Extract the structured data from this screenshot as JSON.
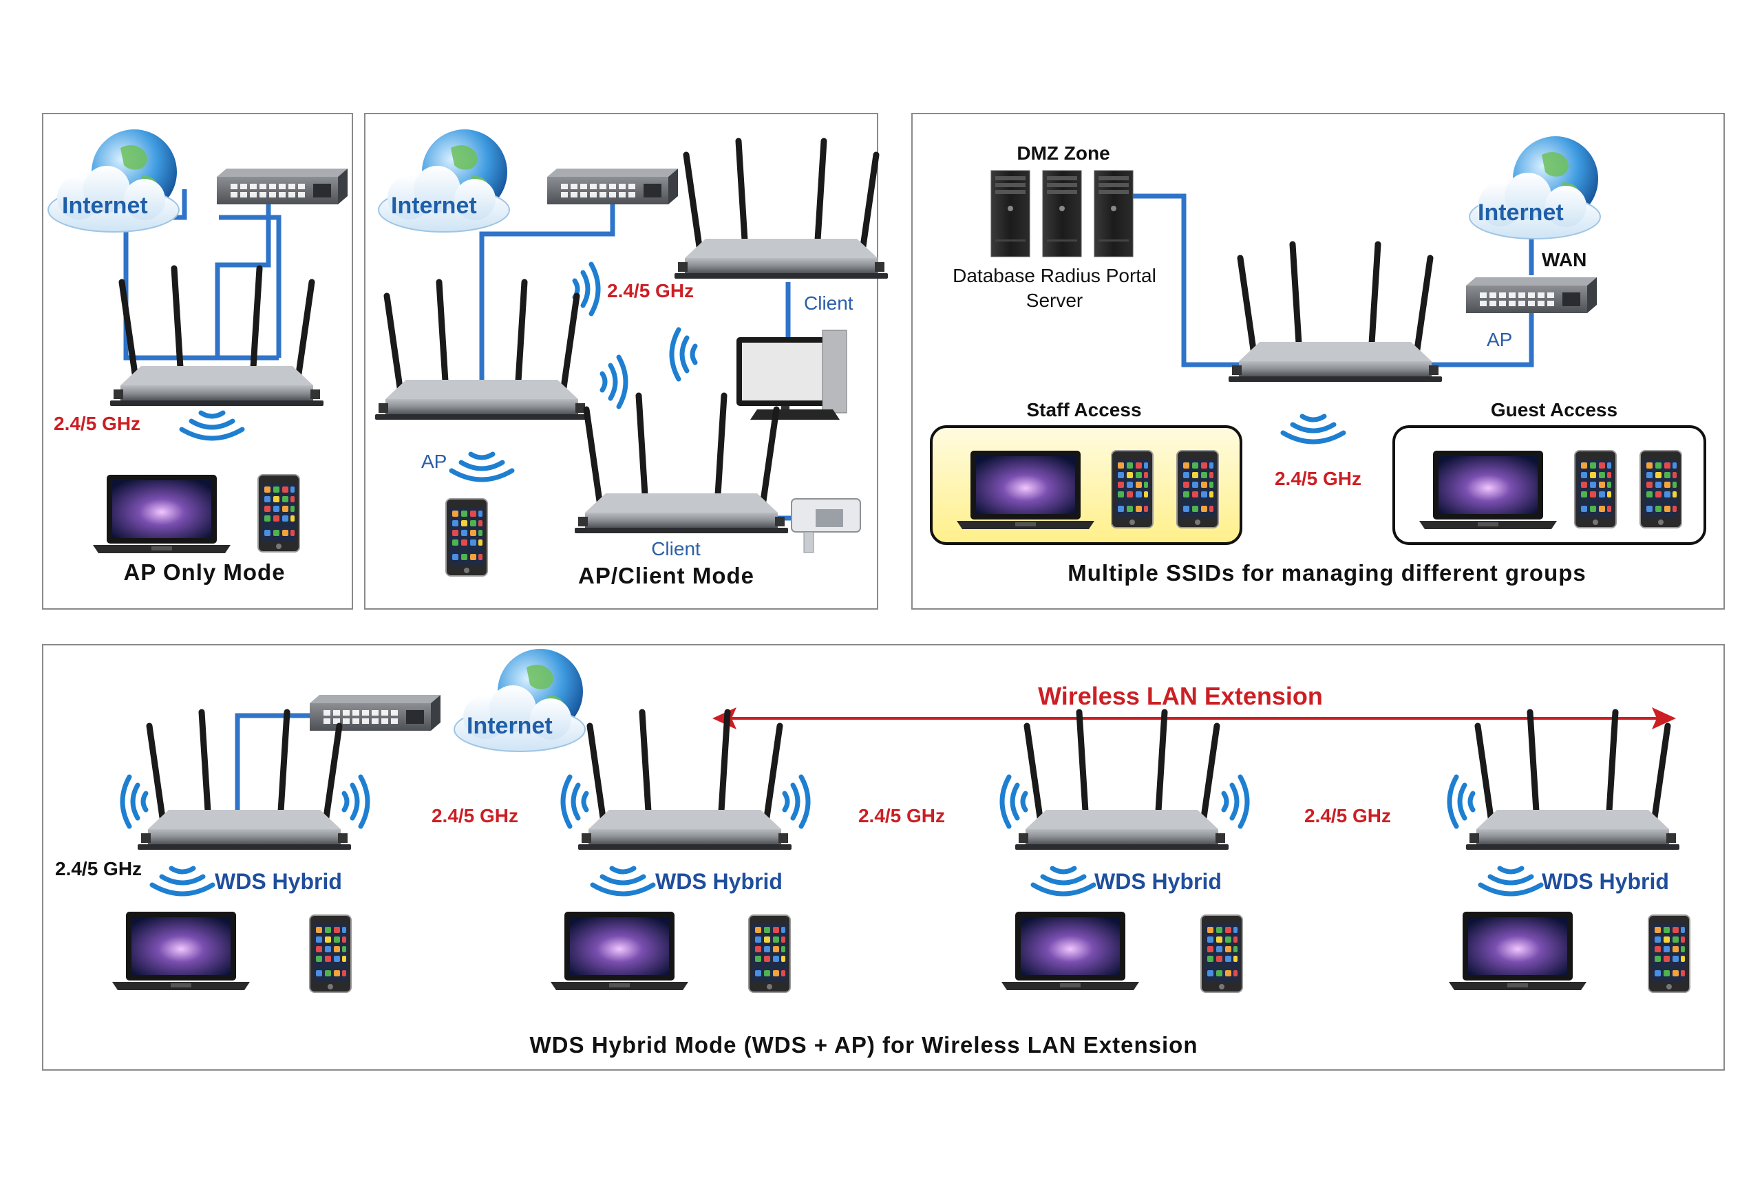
{
  "colors": {
    "cable": "#2f74c8",
    "red_label": "#cc1f24",
    "blue_label": "#2a5fa8",
    "wifi": "#1e7fd1",
    "staff_box_fill": "#fff6a8",
    "panel_border": "#8a8a8a"
  },
  "icons": [
    "globe-cloud-icon",
    "switch-icon",
    "router-icon",
    "laptop-icon",
    "phone-icon",
    "server-icon",
    "desktop-pc-icon",
    "camera-icon",
    "wifi-signal-icon"
  ],
  "panel_ap_only": {
    "internet": "Internet",
    "freq": "2.4/5 GHz",
    "title": "AP Only Mode"
  },
  "panel_ap_client": {
    "internet": "Internet",
    "freq": "2.4/5 GHz",
    "client_top": "Client",
    "ap": "AP",
    "client_bottom": "Client",
    "title": "AP/Client Mode"
  },
  "panel_ssid": {
    "dmz": "DMZ Zone",
    "servers_line1": "Database Radius Portal",
    "servers_line2": "Server",
    "internet": "Internet",
    "wan": "WAN",
    "ap": "AP",
    "staff": "Staff Access",
    "guest": "Guest Access",
    "freq": "2.4/5 GHz",
    "title": "Multiple SSIDs for managing different groups"
  },
  "panel_wds": {
    "internet": "Internet",
    "extension": "Wireless LAN Extension",
    "freq_left": "2.4/5 GHz",
    "freq_between": [
      "2.4/5 GHz",
      "2.4/5 GHz",
      "2.4/5 GHz"
    ],
    "hybrid": [
      "WDS Hybrid",
      "WDS Hybrid",
      "WDS Hybrid",
      "WDS Hybrid"
    ],
    "title": "WDS Hybrid Mode (WDS + AP) for Wireless LAN Extension"
  }
}
